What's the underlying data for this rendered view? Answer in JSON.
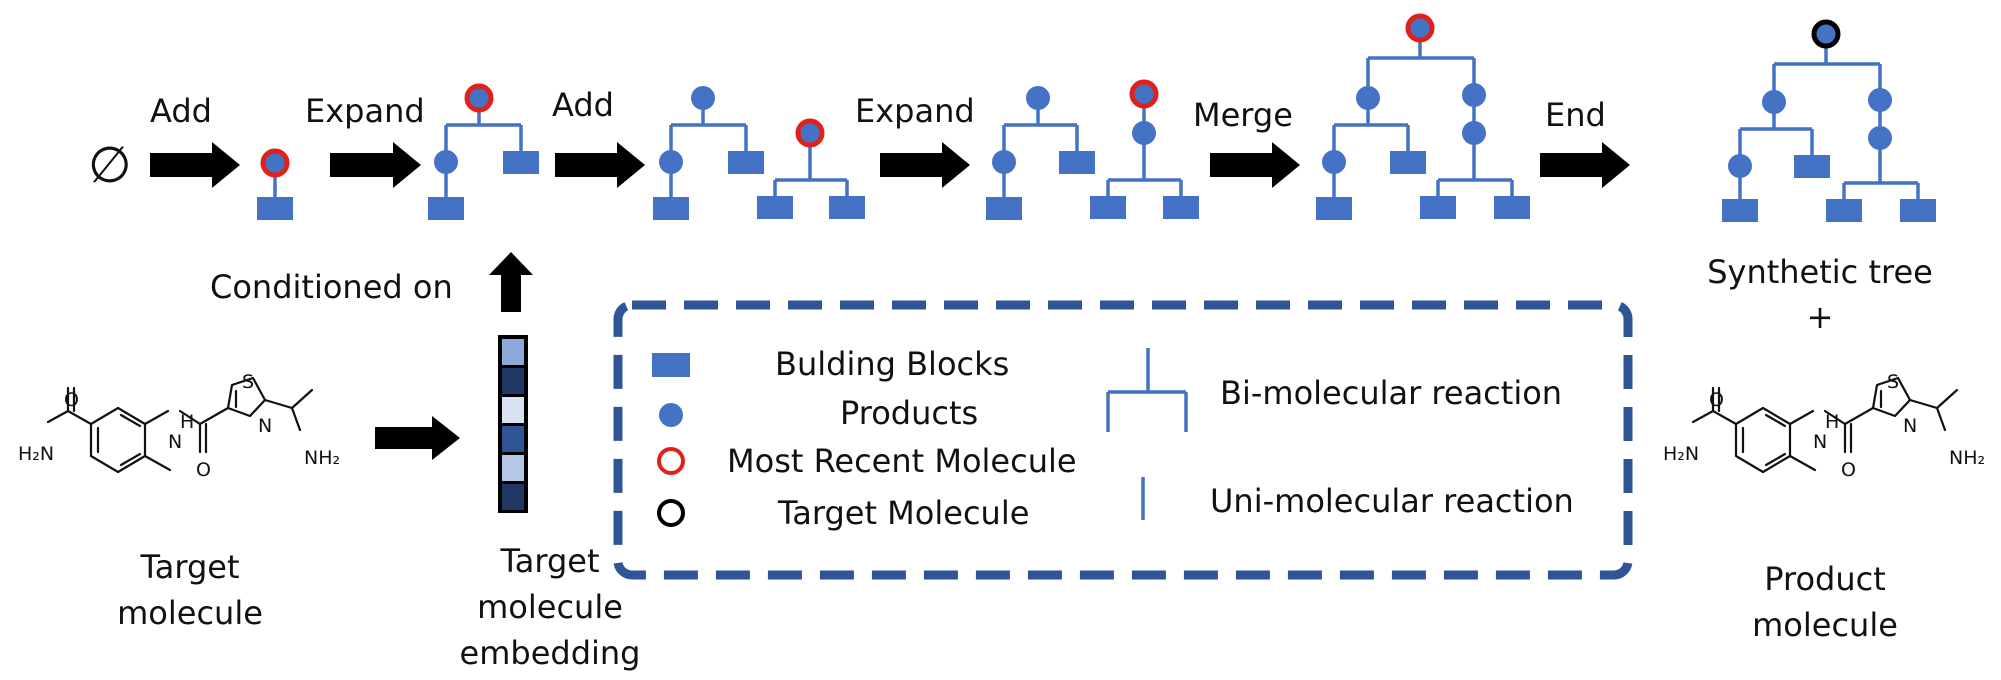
{
  "empty_set": "∅",
  "steps": [
    "Add",
    "Expand",
    "Add",
    "Expand",
    "Merge",
    "End"
  ],
  "conditioned_on": "Conditioned on",
  "target_molecule_caption": [
    "Target",
    "molecule"
  ],
  "embedding_caption": [
    "Target",
    "molecule",
    "embedding"
  ],
  "synthetic_tree_caption": [
    "Synthetic tree",
    "+"
  ],
  "product_molecule_caption": [
    "Product",
    "molecule"
  ],
  "legend": {
    "building_blocks": "Bulding Blocks",
    "products": "Products",
    "most_recent": "Most Recent Molecule",
    "target": "Target Molecule",
    "bi_reaction": "Bi-molecular reaction",
    "uni_reaction": "Uni-molecular reaction"
  },
  "molecule": {
    "amide_o": "O",
    "amine_left": "H₂N",
    "amide_nh": "H",
    "amide_n": "N",
    "carbonyl_o": "O",
    "thiazole_s": "S",
    "thiazole_n": "N",
    "amine_right": "NH₂"
  },
  "embedding_colors": [
    "#8EA9DB",
    "#1F3864",
    "#D9E1F2",
    "#2F5597",
    "#B4C7E7",
    "#203864"
  ],
  "colors": {
    "tree": "#4472C4",
    "recent": "#E0211B",
    "target": "#000000",
    "legend_border": "#2F5597"
  }
}
